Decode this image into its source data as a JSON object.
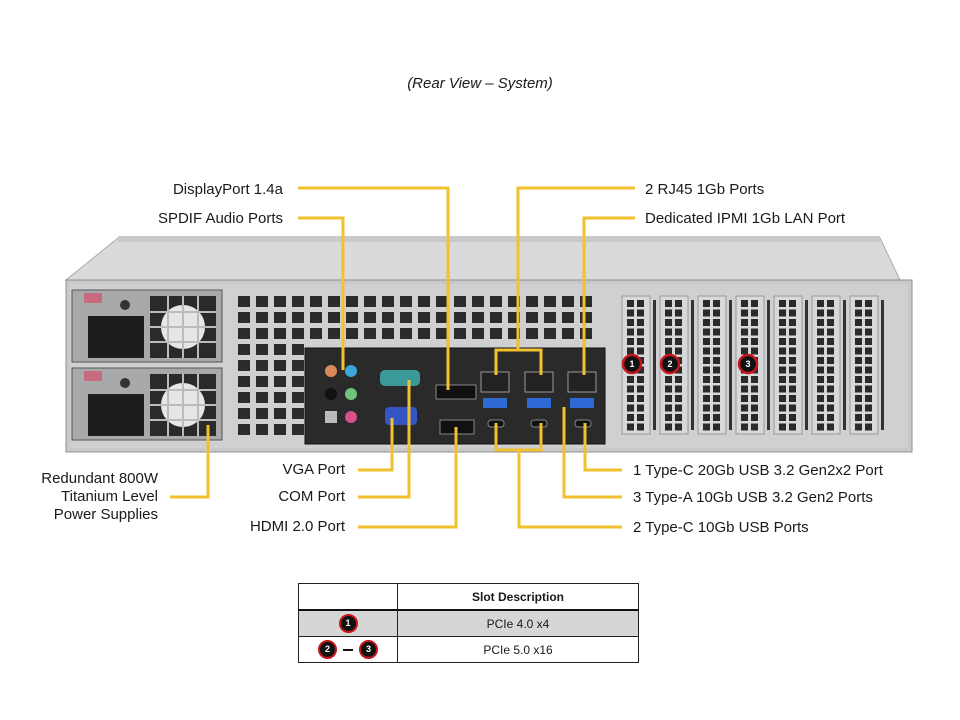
{
  "caption": "(Rear View – System)",
  "colors": {
    "callout_line": "#f2c12e",
    "badge_ring": "#c8141b",
    "badge_fill": "#111111",
    "table_highlight": "#d6d6d6"
  },
  "callouts": {
    "displayport": "DisplayPort 1.4a",
    "spdif": "SPDIF Audio Ports",
    "rj45": "2 RJ45 1Gb Ports",
    "ipmi": "Dedicated IPMI  1Gb LAN Port",
    "psu_line1": "Redundant  800W",
    "psu_line2": "Titanium  Level",
    "psu_line3": "Power Supplies",
    "vga": "VGA Port",
    "com": "COM Port",
    "hdmi": "HDMI 2.0 Port",
    "usbc_20gb": "1 Type-C  20Gb USB 3.2 Gen2x2  Port",
    "usba": "3 Type-A  10Gb USB 3.2 Gen2 Ports",
    "usbc_10gb": "2 Type-C  10Gb USB Ports"
  },
  "slot_badges": [
    "1",
    "2",
    "3"
  ],
  "slot_table": {
    "header": [
      "",
      "Slot Description"
    ],
    "rows": [
      {
        "slots": [
          "1"
        ],
        "description": "PCIe  4.0 x4"
      },
      {
        "slots": [
          "2",
          "3"
        ],
        "separator": "–",
        "description": "PCIe  5.0 x16"
      }
    ]
  }
}
